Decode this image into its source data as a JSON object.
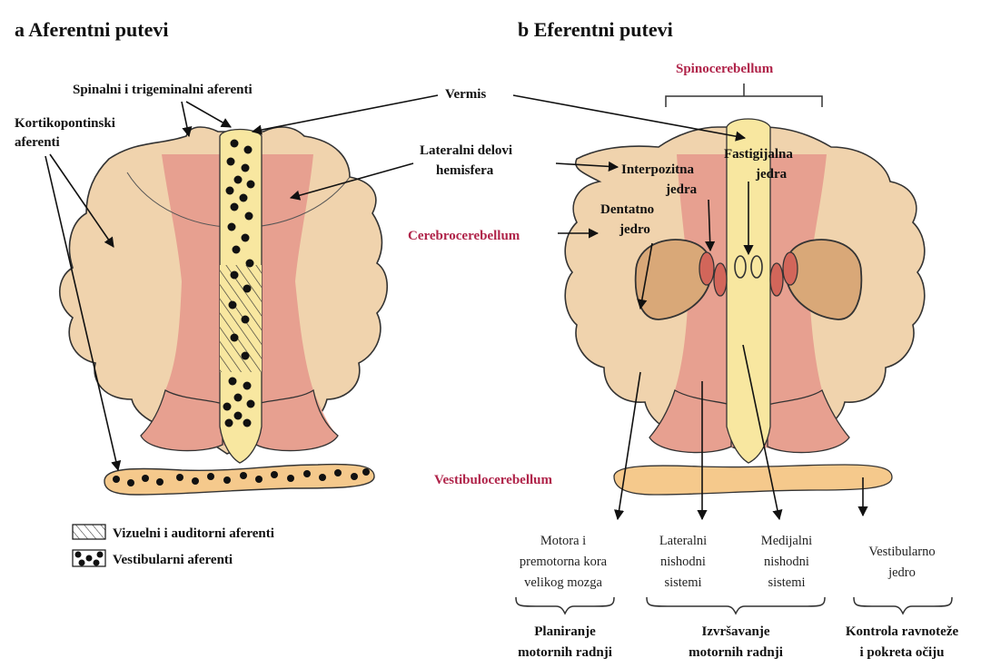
{
  "panel_a": {
    "title": "a Aferentni putevi",
    "label_spinal": "Spinalni i trigeminalni aferenti",
    "label_kortiko_1": "Kortikopontinski",
    "label_kortiko_2": "aferenti",
    "label_vermis": "Vermis",
    "label_lateral_1": "Lateralni delovi",
    "label_lateral_2": "hemisfera",
    "legend_visual": "Vizuelni i auditorni aferenti",
    "legend_vestibular": "Vestibularni aferenti"
  },
  "panel_b": {
    "title": "b Eferentni putevi",
    "spinocerebellum": "Spinocerebellum",
    "cerebrocerebellum": "Cerebrocerebellum",
    "vestibulocerebellum": "Vestibulocerebellum",
    "fastig_1": "Fastigijalna",
    "fastig_2": "jedra",
    "interpoz_1": "Interpozitna",
    "interpoz_2": "jedra",
    "dentat_1": "Dentatno",
    "dentat_2": "jedro",
    "out_motor_1": "Motora i",
    "out_motor_2": "premotorna kora",
    "out_motor_3": "velikog mozga",
    "out_lateral_1": "Lateralni",
    "out_lateral_2": "nishodni",
    "out_lateral_3": "sistemi",
    "out_medial_1": "Medijalni",
    "out_medial_2": "nishodni",
    "out_medial_3": "sistemi",
    "out_vest_1": "Vestibularno",
    "out_vest_2": "jedro",
    "group_planning_1": "Planiranje",
    "group_planning_2": "motornih radnji",
    "group_exec_1": "Izvršavanje",
    "group_exec_2": "motornih radnji",
    "group_control_1": "Kontrola ravnoteže",
    "group_control_2": "i pokreta očiju"
  },
  "colors": {
    "hemisphere": "#f0d3ad",
    "paravermis": "#e7a090",
    "vermis": "#f8e7a0",
    "vestibulo": "#f5c98c",
    "label_red": "#b0244a"
  }
}
